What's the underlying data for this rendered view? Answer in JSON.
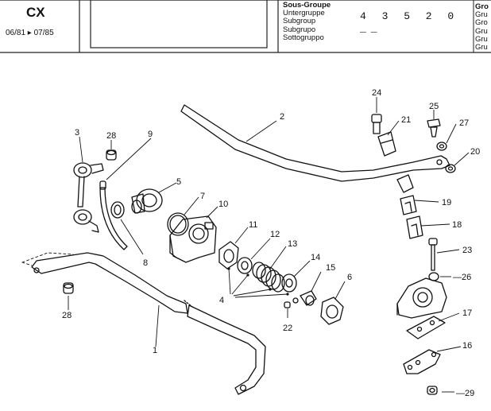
{
  "header": {
    "model": "CX",
    "dates": "06/81 ▸ 07/85",
    "subgroup_labels": [
      "Sous-Groupe",
      "Untergruppe",
      "Subgroup",
      "Subgrupo",
      "Sottogruppo"
    ],
    "group_code": "4 3 5  2 0  __",
    "group_edge_labels": [
      "Gro",
      "Gru",
      "Gro",
      "Gru",
      "Gru",
      "Gru"
    ]
  },
  "callouts": [
    {
      "id": "c1",
      "label": "1"
    },
    {
      "id": "c2",
      "label": "2"
    },
    {
      "id": "c3",
      "label": "3"
    },
    {
      "id": "c4",
      "label": "4"
    },
    {
      "id": "c5",
      "label": "5"
    },
    {
      "id": "c6",
      "label": "6"
    },
    {
      "id": "c7",
      "label": "7"
    },
    {
      "id": "c8",
      "label": "8"
    },
    {
      "id": "c9",
      "label": "9"
    },
    {
      "id": "c10",
      "label": "10"
    },
    {
      "id": "c11",
      "label": "11"
    },
    {
      "id": "c12",
      "label": "12"
    },
    {
      "id": "c13",
      "label": "13"
    },
    {
      "id": "c14",
      "label": "14"
    },
    {
      "id": "c15",
      "label": "15"
    },
    {
      "id": "c16",
      "label": "16"
    },
    {
      "id": "c17",
      "label": "17"
    },
    {
      "id": "c18",
      "label": "18"
    },
    {
      "id": "c19",
      "label": "19"
    },
    {
      "id": "c20",
      "label": "20"
    },
    {
      "id": "c21",
      "label": "21"
    },
    {
      "id": "c22",
      "label": "22"
    },
    {
      "id": "c23",
      "label": "23"
    },
    {
      "id": "c24",
      "label": "24"
    },
    {
      "id": "c25",
      "label": "25"
    },
    {
      "id": "c26",
      "label": "—26"
    },
    {
      "id": "c27",
      "label": "27"
    },
    {
      "id": "c28a",
      "label": "28"
    },
    {
      "id": "c28b",
      "label": "28"
    },
    {
      "id": "c29",
      "label": "—29"
    }
  ]
}
